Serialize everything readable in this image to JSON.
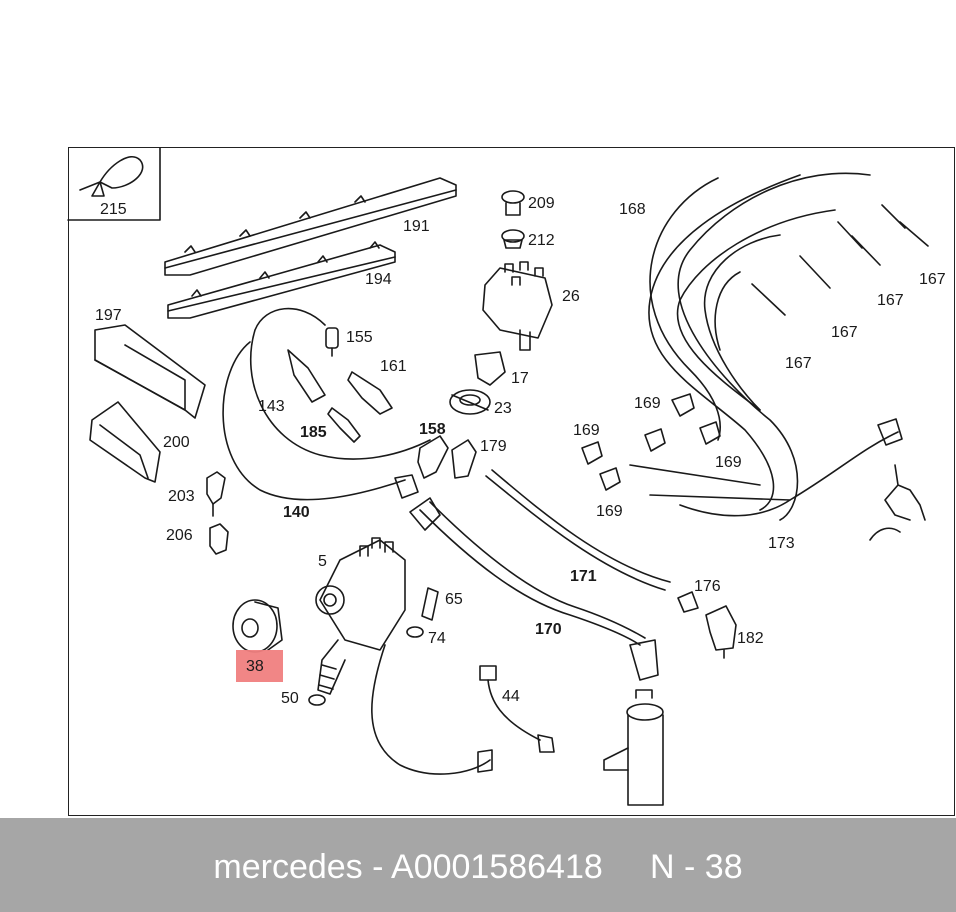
{
  "diagram": {
    "callouts": [
      {
        "id": "215",
        "text": "215",
        "bold": false
      },
      {
        "id": "191",
        "text": "191",
        "bold": false
      },
      {
        "id": "194",
        "text": "194",
        "bold": false
      },
      {
        "id": "197",
        "text": "197",
        "bold": false
      },
      {
        "id": "200",
        "text": "200",
        "bold": false
      },
      {
        "id": "203",
        "text": "203",
        "bold": false
      },
      {
        "id": "206",
        "text": "206",
        "bold": false
      },
      {
        "id": "209",
        "text": "209",
        "bold": false
      },
      {
        "id": "212",
        "text": "212",
        "bold": false
      },
      {
        "id": "26",
        "text": "26",
        "bold": false
      },
      {
        "id": "17",
        "text": "17",
        "bold": false
      },
      {
        "id": "23",
        "text": "23",
        "bold": false
      },
      {
        "id": "155",
        "text": "155",
        "bold": false
      },
      {
        "id": "161",
        "text": "161",
        "bold": false
      },
      {
        "id": "143",
        "text": "143",
        "bold": false
      },
      {
        "id": "185",
        "text": "185",
        "bold": true
      },
      {
        "id": "158",
        "text": "158",
        "bold": true
      },
      {
        "id": "179",
        "text": "179",
        "bold": false
      },
      {
        "id": "140",
        "text": "140",
        "bold": true
      },
      {
        "id": "168",
        "text": "168",
        "bold": false
      },
      {
        "id": "167a",
        "text": "167",
        "bold": false
      },
      {
        "id": "167b",
        "text": "167",
        "bold": false
      },
      {
        "id": "167c",
        "text": "167",
        "bold": false
      },
      {
        "id": "167d",
        "text": "167",
        "bold": false
      },
      {
        "id": "169a",
        "text": "169",
        "bold": false
      },
      {
        "id": "169b",
        "text": "169",
        "bold": false
      },
      {
        "id": "169c",
        "text": "169",
        "bold": false
      },
      {
        "id": "169d",
        "text": "169",
        "bold": false
      },
      {
        "id": "173",
        "text": "173",
        "bold": false
      },
      {
        "id": "5",
        "text": "5",
        "bold": false
      },
      {
        "id": "65",
        "text": "65",
        "bold": false
      },
      {
        "id": "74",
        "text": "74",
        "bold": false
      },
      {
        "id": "171",
        "text": "171",
        "bold": true
      },
      {
        "id": "176",
        "text": "176",
        "bold": false
      },
      {
        "id": "170",
        "text": "170",
        "bold": true
      },
      {
        "id": "182",
        "text": "182",
        "bold": false
      },
      {
        "id": "38",
        "text": "38",
        "bold": false
      },
      {
        "id": "50",
        "text": "50",
        "bold": false
      },
      {
        "id": "44",
        "text": "44",
        "bold": false
      }
    ]
  },
  "colors": {
    "highlight": "#f08080",
    "footer_bg": "#a6a6a6",
    "footer_text": "#ffffff",
    "line": "#1a1a1a"
  },
  "footer": {
    "text": "mercedes - A0001586418     N - 38"
  }
}
